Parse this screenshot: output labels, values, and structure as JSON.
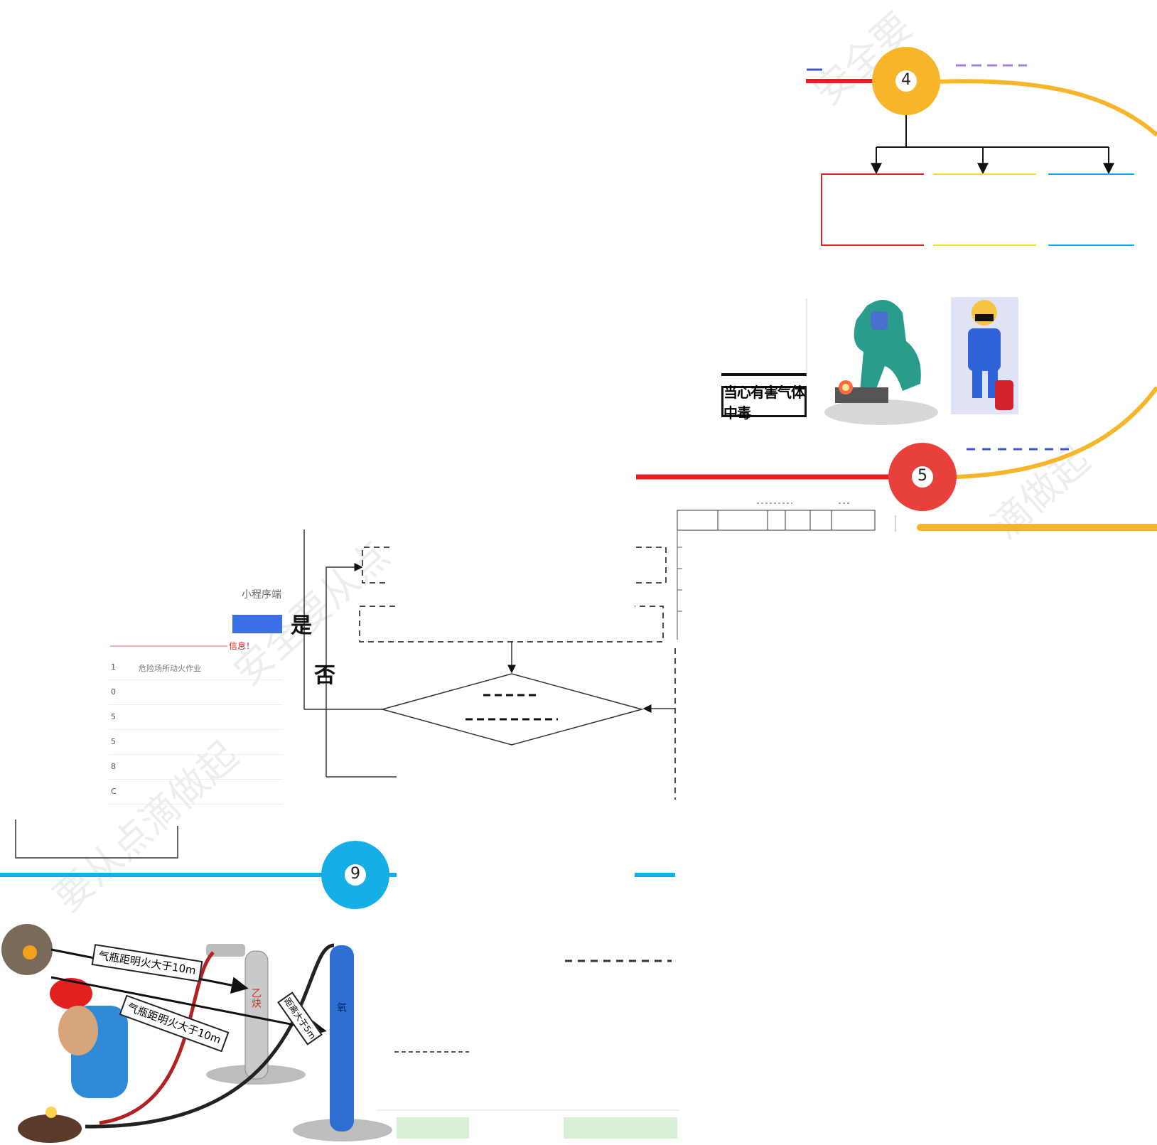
{
  "steps": [
    {
      "number": "4",
      "color": "#f7b62a"
    },
    {
      "number": "5",
      "color": "#e8413c"
    },
    {
      "number": "9",
      "color": "#16aee6"
    }
  ],
  "warning_sign": {
    "text": "当心有害气体中毒"
  },
  "decision": {
    "yes_label": "是",
    "no_label": "否"
  },
  "app_panel": {
    "caption": "小程序端",
    "alert": "信息！",
    "rows": [
      {
        "index": "1",
        "text": "危险场所动火作业"
      },
      {
        "index": "0",
        "text": ""
      },
      {
        "index": "5",
        "text": ""
      },
      {
        "index": "5",
        "text": ""
      },
      {
        "index": "8",
        "text": ""
      },
      {
        "index": "C",
        "text": ""
      }
    ]
  },
  "cylinder_labels": {
    "label_1": "气瓶距明火大于10m",
    "label_2": "气瓶距明火大于10m",
    "label_3": "距离大于5m",
    "acetylene": "乙炔",
    "oxygen": "氧"
  },
  "colors": {
    "red_line": "#e31e24",
    "yellow_line": "#f7b62a",
    "cyan_line": "#16aee6",
    "blue_button": "#3a6fe8"
  }
}
